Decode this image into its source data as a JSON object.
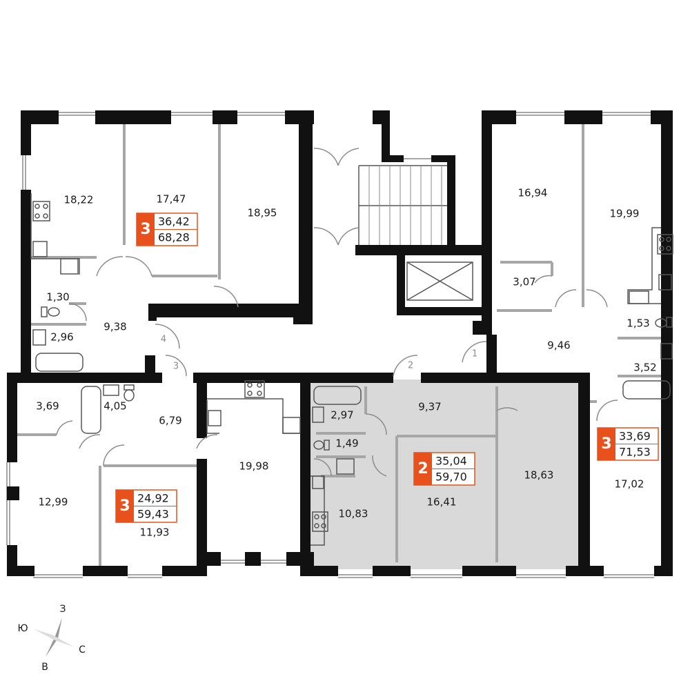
{
  "colors": {
    "wall": "#111111",
    "partition": "#a6a6a6",
    "highlight": "#d9d9d9",
    "accent": "#e8501c",
    "door": "#8c8c8c"
  },
  "rooms": [
    {
      "id": "r1",
      "label": "18,22"
    },
    {
      "id": "r2",
      "label": "17,47"
    },
    {
      "id": "r3",
      "label": "18,95"
    },
    {
      "id": "r4",
      "label": "1,30"
    },
    {
      "id": "r5",
      "label": "9,38"
    },
    {
      "id": "r6",
      "label": "2,96"
    },
    {
      "id": "r7",
      "label": "3,69"
    },
    {
      "id": "r8",
      "label": "4,05"
    },
    {
      "id": "r9",
      "label": "6,79"
    },
    {
      "id": "r10",
      "label": "12,99"
    },
    {
      "id": "r11",
      "label": "11,93"
    },
    {
      "id": "r12",
      "label": "19,98"
    },
    {
      "id": "r13",
      "label": "2,97"
    },
    {
      "id": "r14",
      "label": "9,37"
    },
    {
      "id": "r15",
      "label": "1,49"
    },
    {
      "id": "r16",
      "label": "10,83"
    },
    {
      "id": "r17",
      "label": "16,41"
    },
    {
      "id": "r18",
      "label": "18,63"
    },
    {
      "id": "r19",
      "label": "16,94"
    },
    {
      "id": "r20",
      "label": "19,99"
    },
    {
      "id": "r21",
      "label": "3,07"
    },
    {
      "id": "r22",
      "label": "9,46"
    },
    {
      "id": "r23",
      "label": "1,53"
    },
    {
      "id": "r24",
      "label": "3,52"
    },
    {
      "id": "r25",
      "label": "17,02"
    }
  ],
  "apartments": [
    {
      "rooms": "3",
      "living": "36,42",
      "total": "68,28"
    },
    {
      "rooms": "3",
      "living": "24,92",
      "total": "59,43"
    },
    {
      "rooms": "2",
      "living": "35,04",
      "total": "59,70"
    },
    {
      "rooms": "3",
      "living": "33,69",
      "total": "71,53"
    }
  ],
  "entrances": [
    "4",
    "3",
    "2",
    "1"
  ],
  "compass": {
    "north": "З",
    "south": "В",
    "west": "Ю",
    "east": "С"
  }
}
